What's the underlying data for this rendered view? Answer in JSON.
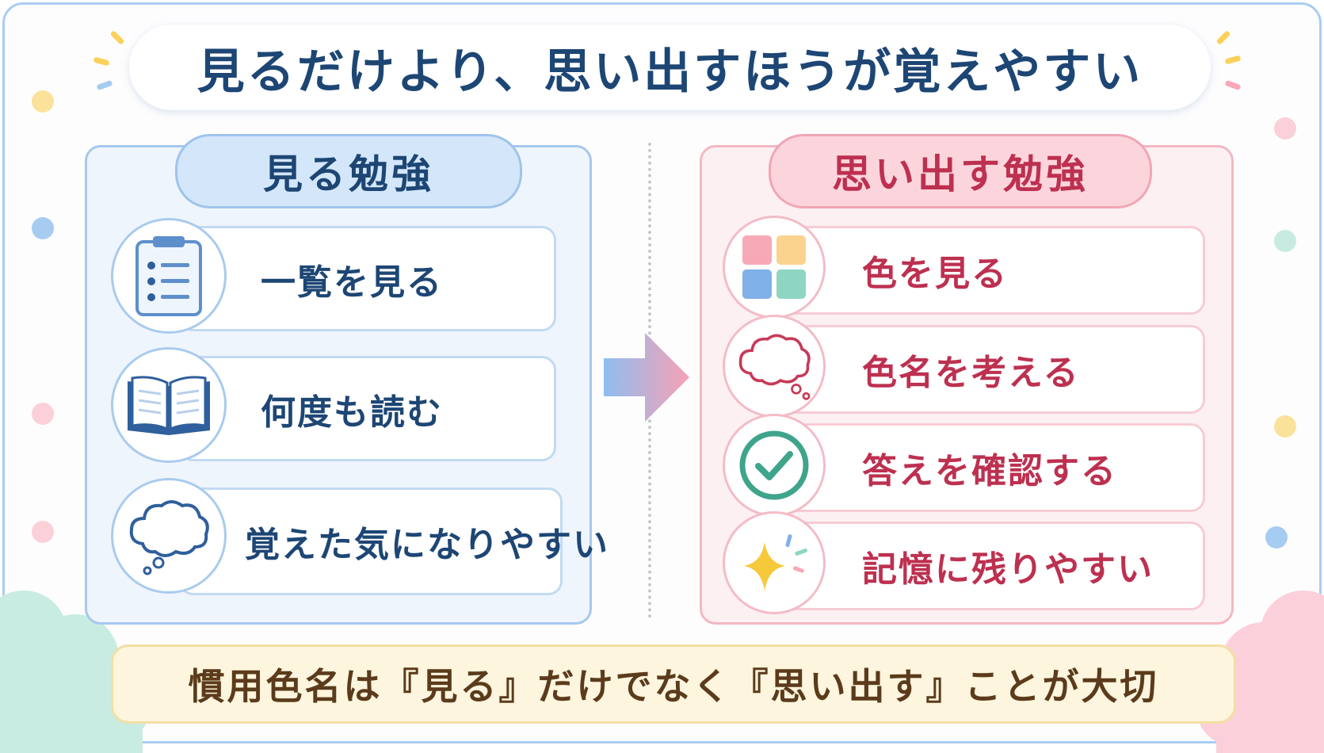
{
  "title": "見るだけより、思い出すほうが覚えやすい",
  "left_panel": {
    "header": "見る勉強",
    "items": [
      {
        "icon": "checklist-icon",
        "label": "一覧を見る"
      },
      {
        "icon": "open-book-icon",
        "label": "何度も読む"
      },
      {
        "icon": "thought-cloud-icon",
        "label": "覚えた気になりやすい"
      }
    ]
  },
  "right_panel": {
    "header": "思い出す勉強",
    "items": [
      {
        "icon": "color-grid-icon",
        "label": "色を見る"
      },
      {
        "icon": "thought-cloud-icon",
        "label": "色名を考える"
      },
      {
        "icon": "check-circle-icon",
        "label": "答えを確認する"
      },
      {
        "icon": "sparkle-icon",
        "label": "記憶に残りやすい"
      }
    ]
  },
  "footer": "慣用色名は『見る』だけでなく『思い出す』ことが大切",
  "colors": {
    "navy": "#1d4674",
    "crimson": "#bd3050",
    "left_accent": "#a6c8ec",
    "right_accent": "#f3b8c3",
    "footer_bg": "#fdf5dd",
    "grid_pink": "#f7a9b7",
    "grid_yellow": "#fbd38f",
    "grid_blue": "#7fb0e8",
    "grid_mint": "#8fd6c2",
    "check_green": "#3fa48c",
    "sparkle_yellow": "#f6c93a"
  }
}
